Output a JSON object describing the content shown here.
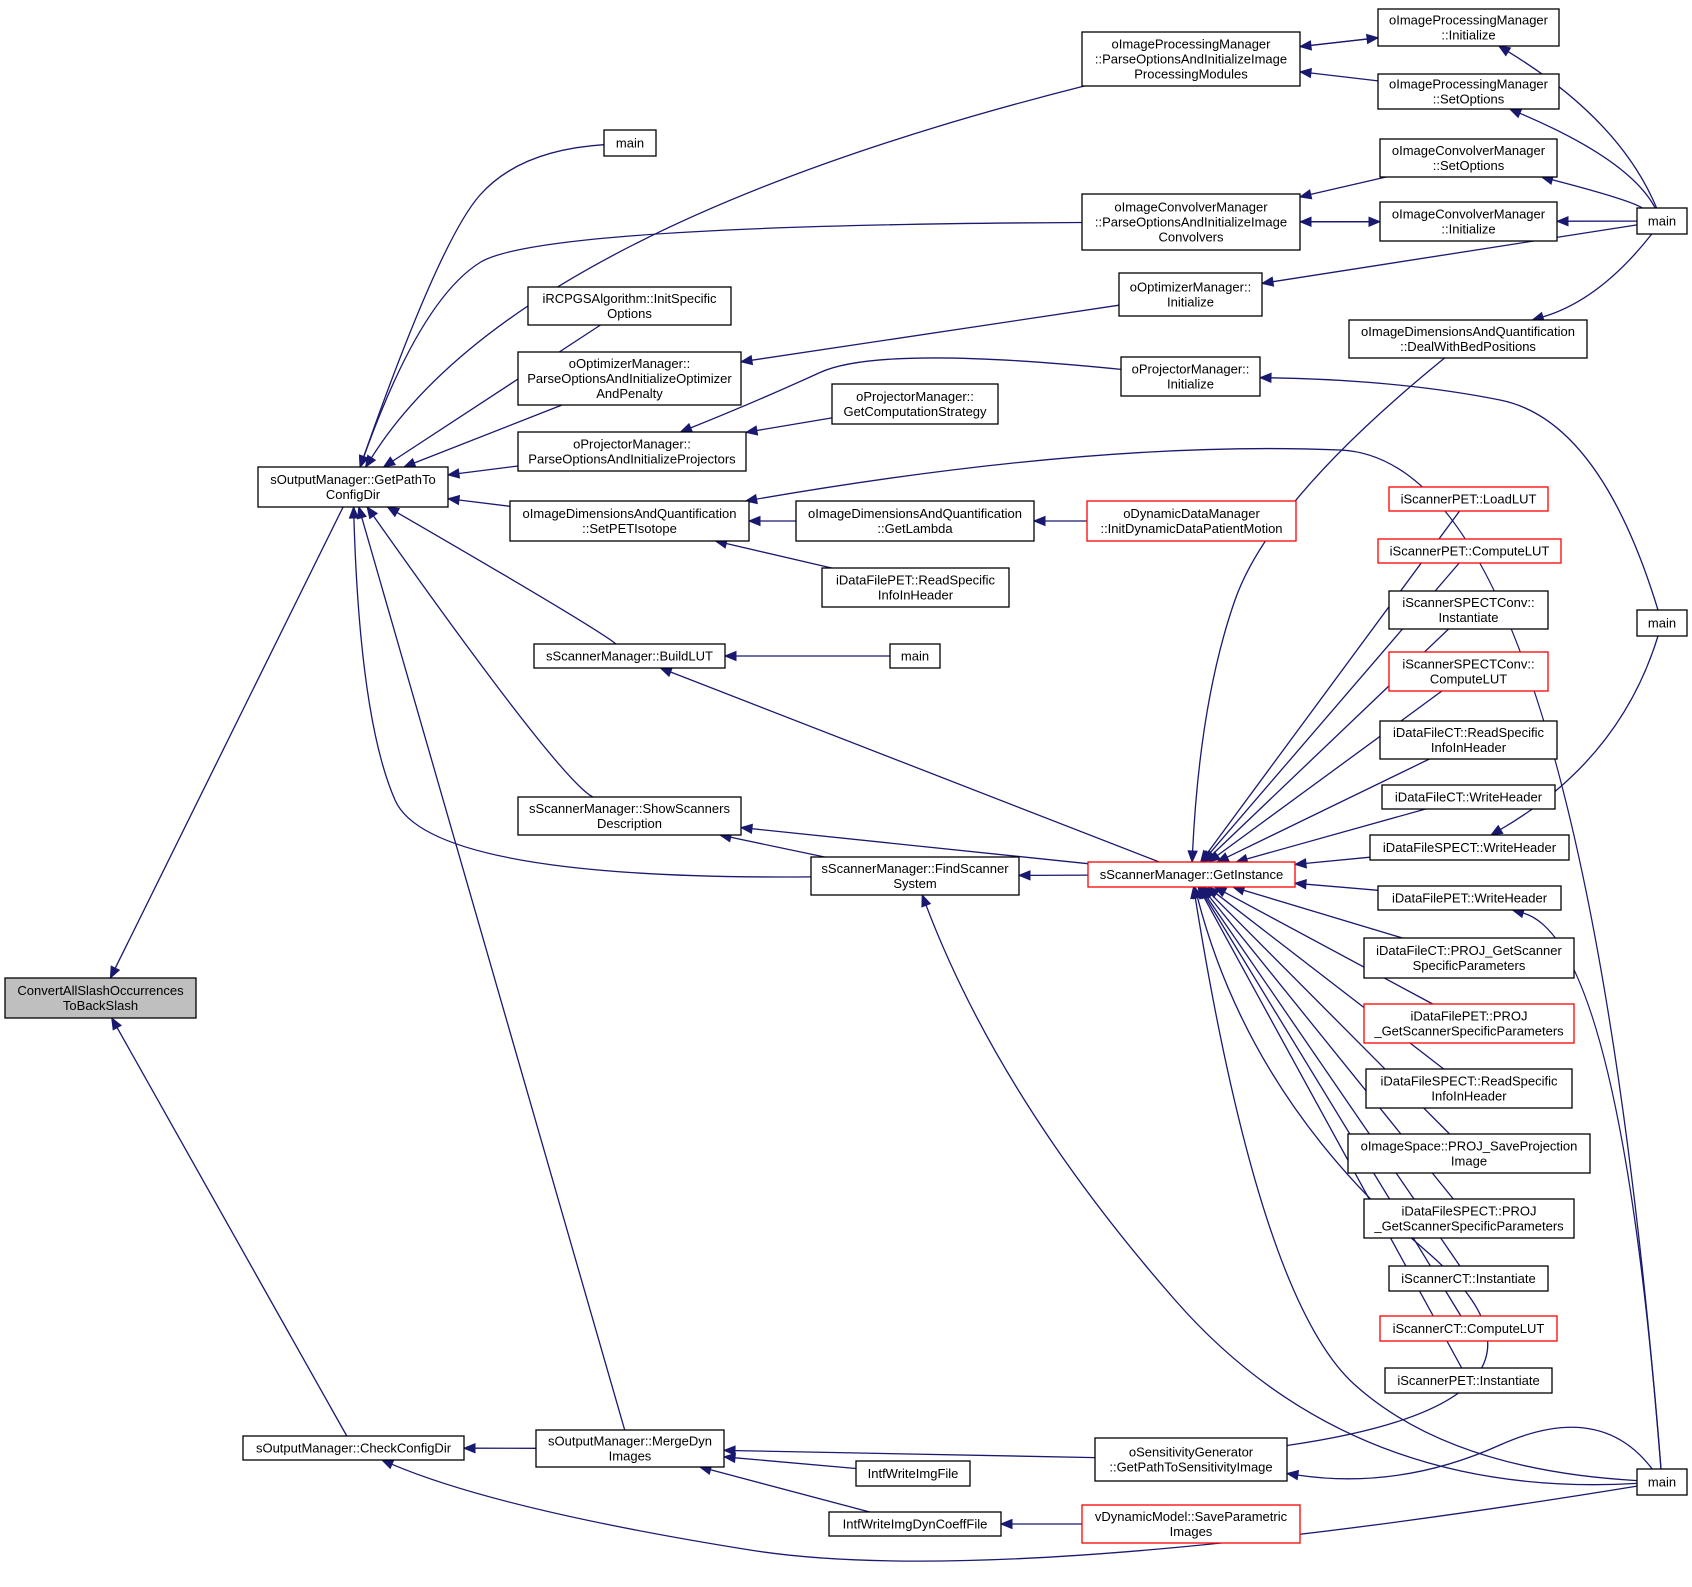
{
  "colors": {
    "edge": "#191970",
    "node_border": "#000000",
    "node_border_truncated": "#ff0000",
    "root_fill": "#bfbfbf"
  },
  "nodes": [
    {
      "id": "root",
      "lines": [
        "ConvertAllSlashOccurrences",
        "ToBackSlash"
      ]
    },
    {
      "id": "getpath",
      "lines": [
        "sOutputManager::GetPathTo",
        "ConfigDir"
      ]
    },
    {
      "id": "checkcfg",
      "lines": [
        "sOutputManager::CheckConfigDir"
      ]
    },
    {
      "id": "main1",
      "lines": [
        "main"
      ]
    },
    {
      "id": "rcpgs",
      "lines": [
        "iRCPGSAlgorithm::InitSpecific",
        "Options"
      ]
    },
    {
      "id": "optParse",
      "lines": [
        "oOptimizerManager::",
        "ParseOptionsAndInitializeOptimizer",
        "AndPenalty"
      ]
    },
    {
      "id": "projParse",
      "lines": [
        "oProjectorManager::",
        "ParseOptionsAndInitializeProjectors"
      ]
    },
    {
      "id": "setpet",
      "lines": [
        "oImageDimensionsAndQuantification",
        "::SetPETIsotope"
      ]
    },
    {
      "id": "buildlut",
      "lines": [
        "sScannerManager::BuildLUT"
      ]
    },
    {
      "id": "showscan",
      "lines": [
        "sScannerManager::ShowScanners",
        "Description"
      ]
    },
    {
      "id": "mergedyn",
      "lines": [
        "sOutputManager::MergeDyn",
        "Images"
      ]
    },
    {
      "id": "impParse",
      "lines": [
        "oImageProcessingManager",
        "::ParseOptionsAndInitializeImage",
        "ProcessingModules"
      ]
    },
    {
      "id": "convParse",
      "lines": [
        "oImageConvolverManager",
        "::ParseOptionsAndInitializeImage",
        "Convolvers"
      ]
    },
    {
      "id": "optInit",
      "lines": [
        "oOptimizerManager::",
        "Initialize"
      ]
    },
    {
      "id": "projInit",
      "lines": [
        "oProjectorManager::",
        "Initialize"
      ]
    },
    {
      "id": "projComp",
      "lines": [
        "oProjectorManager::",
        "GetComputationStrategy"
      ]
    },
    {
      "id": "getlambda",
      "lines": [
        "oImageDimensionsAndQuantification",
        "::GetLambda"
      ]
    },
    {
      "id": "dynInit",
      "lines": [
        "oDynamicDataManager",
        "::InitDynamicDataPatientMotion"
      ],
      "red": true
    },
    {
      "id": "readpet",
      "lines": [
        "iDataFilePET::ReadSpecific",
        "InfoInHeader"
      ]
    },
    {
      "id": "main2",
      "lines": [
        "main"
      ]
    },
    {
      "id": "findscan",
      "lines": [
        "sScannerManager::FindScanner",
        "System"
      ]
    },
    {
      "id": "getinst",
      "lines": [
        "sScannerManager::GetInstance"
      ],
      "red": true
    },
    {
      "id": "intfimg",
      "lines": [
        "IntfWriteImgFile"
      ]
    },
    {
      "id": "intfdyn",
      "lines": [
        "IntfWriteImgDynCoeffFile"
      ]
    },
    {
      "id": "sensgen",
      "lines": [
        "oSensitivityGenerator",
        "::GetPathToSensitivityImage"
      ]
    },
    {
      "id": "vdyn",
      "lines": [
        "vDynamicModel::SaveParametric",
        "Images"
      ],
      "red": true
    },
    {
      "id": "impInit",
      "lines": [
        "oImageProcessingManager",
        "::Initialize"
      ]
    },
    {
      "id": "impSet",
      "lines": [
        "oImageProcessingManager",
        "::SetOptions"
      ]
    },
    {
      "id": "convSet",
      "lines": [
        "oImageConvolverManager",
        "::SetOptions"
      ]
    },
    {
      "id": "convInit",
      "lines": [
        "oImageConvolverManager",
        "::Initialize"
      ]
    },
    {
      "id": "dealbed",
      "lines": [
        "oImageDimensionsAndQuantification",
        "::DealWithBedPositions"
      ]
    },
    {
      "id": "petload",
      "lines": [
        "iScannerPET::LoadLUT"
      ],
      "red": true
    },
    {
      "id": "petcomp",
      "lines": [
        "iScannerPET::ComputeLUT"
      ],
      "red": true
    },
    {
      "id": "spectinst",
      "lines": [
        "iScannerSPECTConv::",
        "Instantiate"
      ]
    },
    {
      "id": "spectcomp",
      "lines": [
        "iScannerSPECTConv::",
        "ComputeLUT"
      ],
      "red": true
    },
    {
      "id": "ctread",
      "lines": [
        "iDataFileCT::ReadSpecific",
        "InfoInHeader"
      ]
    },
    {
      "id": "ctwrite",
      "lines": [
        "iDataFileCT::WriteHeader"
      ]
    },
    {
      "id": "spectwrite",
      "lines": [
        "iDataFileSPECT::WriteHeader"
      ]
    },
    {
      "id": "petwrite",
      "lines": [
        "iDataFilePET::WriteHeader"
      ]
    },
    {
      "id": "ctproj",
      "lines": [
        "iDataFileCT::PROJ_GetScanner",
        "SpecificParameters"
      ]
    },
    {
      "id": "petproj",
      "lines": [
        "iDataFilePET::PROJ",
        "_GetScannerSpecificParameters"
      ],
      "red": true
    },
    {
      "id": "spectread",
      "lines": [
        "iDataFileSPECT::ReadSpecific",
        "InfoInHeader"
      ]
    },
    {
      "id": "imgspace",
      "lines": [
        "oImageSpace::PROJ_SaveProjection",
        "Image"
      ]
    },
    {
      "id": "spectproj",
      "lines": [
        "iDataFileSPECT::PROJ",
        "_GetScannerSpecificParameters"
      ]
    },
    {
      "id": "ctinst",
      "lines": [
        "iScannerCT::Instantiate"
      ]
    },
    {
      "id": "ctcomp",
      "lines": [
        "iScannerCT::ComputeLUT"
      ],
      "red": true
    },
    {
      "id": "petinst",
      "lines": [
        "iScannerPET::Instantiate"
      ]
    },
    {
      "id": "mainA",
      "lines": [
        "main"
      ]
    },
    {
      "id": "mainB",
      "lines": [
        "main"
      ]
    },
    {
      "id": "mainC",
      "lines": [
        "main"
      ]
    }
  ],
  "edges": [
    {
      "from": "getpath",
      "to": "root"
    },
    {
      "from": "checkcfg",
      "to": "root"
    },
    {
      "from": "main1",
      "to": "getpath"
    },
    {
      "from": "rcpgs",
      "to": "getpath"
    },
    {
      "from": "optParse",
      "to": "getpath"
    },
    {
      "from": "projParse",
      "to": "getpath"
    },
    {
      "from": "setpet",
      "to": "getpath"
    },
    {
      "from": "buildlut",
      "to": "getpath"
    },
    {
      "from": "showscan",
      "to": "getpath"
    },
    {
      "from": "mergedyn",
      "to": "getpath"
    },
    {
      "from": "impParse",
      "to": "getpath"
    },
    {
      "from": "convParse",
      "to": "getpath"
    },
    {
      "from": "findscan",
      "to": "getpath"
    },
    {
      "from": "mergedyn",
      "to": "checkcfg"
    },
    {
      "from": "mainC",
      "to": "checkcfg"
    },
    {
      "from": "optInit",
      "to": "optParse"
    },
    {
      "from": "projInit",
      "to": "projParse"
    },
    {
      "from": "projComp",
      "to": "projParse"
    },
    {
      "from": "getlambda",
      "to": "setpet"
    },
    {
      "from": "readpet",
      "to": "setpet"
    },
    {
      "from": "mainC",
      "to": "setpet"
    },
    {
      "from": "dynInit",
      "to": "getlambda"
    },
    {
      "from": "main2",
      "to": "buildlut"
    },
    {
      "from": "getinst",
      "to": "buildlut"
    },
    {
      "from": "findscan",
      "to": "showscan"
    },
    {
      "from": "getinst",
      "to": "showscan"
    },
    {
      "from": "getinst",
      "to": "findscan"
    },
    {
      "from": "mainC",
      "to": "findscan"
    },
    {
      "from": "intfimg",
      "to": "mergedyn"
    },
    {
      "from": "intfdyn",
      "to": "mergedyn"
    },
    {
      "from": "sensgen",
      "to": "mergedyn"
    },
    {
      "from": "vdyn",
      "to": "intfdyn"
    },
    {
      "from": "mainC",
      "to": "sensgen"
    },
    {
      "from": "impInit",
      "to": "impParse"
    },
    {
      "from": "impSet",
      "to": "impParse"
    },
    {
      "from": "impParse",
      "to": "impInit"
    },
    {
      "from": "convSet",
      "to": "convParse"
    },
    {
      "from": "convInit",
      "to": "convParse"
    },
    {
      "from": "convParse",
      "to": "convInit"
    },
    {
      "from": "mainA",
      "to": "impInit"
    },
    {
      "from": "mainA",
      "to": "impSet"
    },
    {
      "from": "mainA",
      "to": "convSet"
    },
    {
      "from": "mainA",
      "to": "convInit"
    },
    {
      "from": "mainA",
      "to": "optInit"
    },
    {
      "from": "mainA",
      "to": "dealbed"
    },
    {
      "from": "mainB",
      "to": "projInit"
    },
    {
      "from": "mainB",
      "to": "spectwrite"
    },
    {
      "from": "mainC",
      "to": "petwrite"
    },
    {
      "from": "dealbed",
      "to": "getinst"
    },
    {
      "from": "petload",
      "to": "getinst"
    },
    {
      "from": "petcomp",
      "to": "getinst"
    },
    {
      "from": "spectinst",
      "to": "getinst"
    },
    {
      "from": "spectcomp",
      "to": "getinst"
    },
    {
      "from": "ctread",
      "to": "getinst"
    },
    {
      "from": "ctwrite",
      "to": "getinst"
    },
    {
      "from": "spectwrite",
      "to": "getinst"
    },
    {
      "from": "petwrite",
      "to": "getinst"
    },
    {
      "from": "ctproj",
      "to": "getinst"
    },
    {
      "from": "petproj",
      "to": "getinst"
    },
    {
      "from": "spectread",
      "to": "getinst"
    },
    {
      "from": "imgspace",
      "to": "getinst"
    },
    {
      "from": "spectproj",
      "to": "getinst"
    },
    {
      "from": "ctinst",
      "to": "getinst"
    },
    {
      "from": "ctcomp",
      "to": "getinst"
    },
    {
      "from": "petinst",
      "to": "getinst"
    },
    {
      "from": "sensgen",
      "to": "getinst"
    },
    {
      "from": "mainC",
      "to": "getinst"
    }
  ]
}
